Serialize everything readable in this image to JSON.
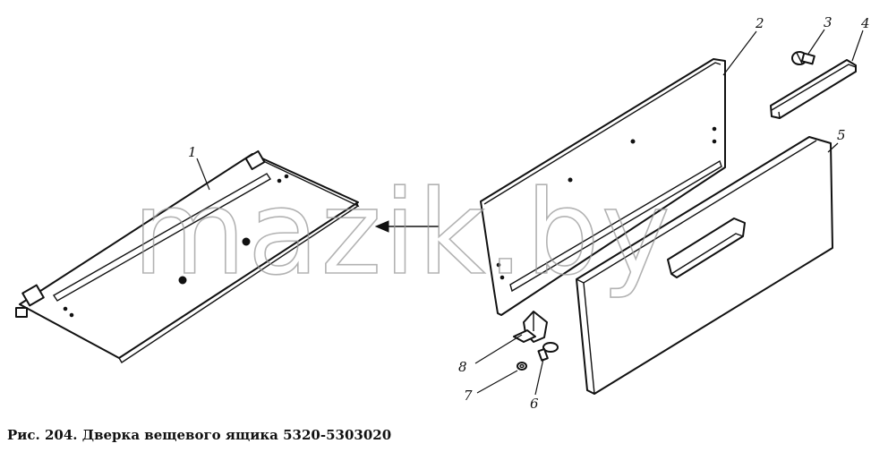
{
  "figure": {
    "caption": "Рис. 204. Дверка вещевого ящика 5320-5303020",
    "watermark": "mazik.by",
    "callouts": [
      "1",
      "2",
      "3",
      "4",
      "5",
      "6",
      "7",
      "8"
    ]
  }
}
